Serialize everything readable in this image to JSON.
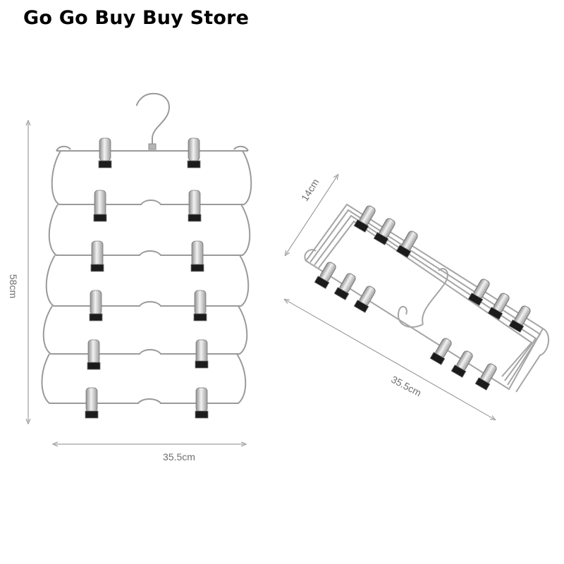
{
  "store": {
    "name": "Go Go Buy Buy Store"
  },
  "dimensions": {
    "front_height": "58cm",
    "front_width": "35.5cm",
    "folded_depth": "14cm",
    "folded_width": "35.5cm"
  },
  "product": {
    "tiers": 6,
    "clips_per_tier": 2,
    "colors": {
      "wire": "#9a9a9a",
      "clip_metal": "#c9c9c9",
      "clip_tip": "#1b1b1b",
      "dim_line": "#8a8a8a",
      "dim_text": "#6f6f6f"
    }
  }
}
